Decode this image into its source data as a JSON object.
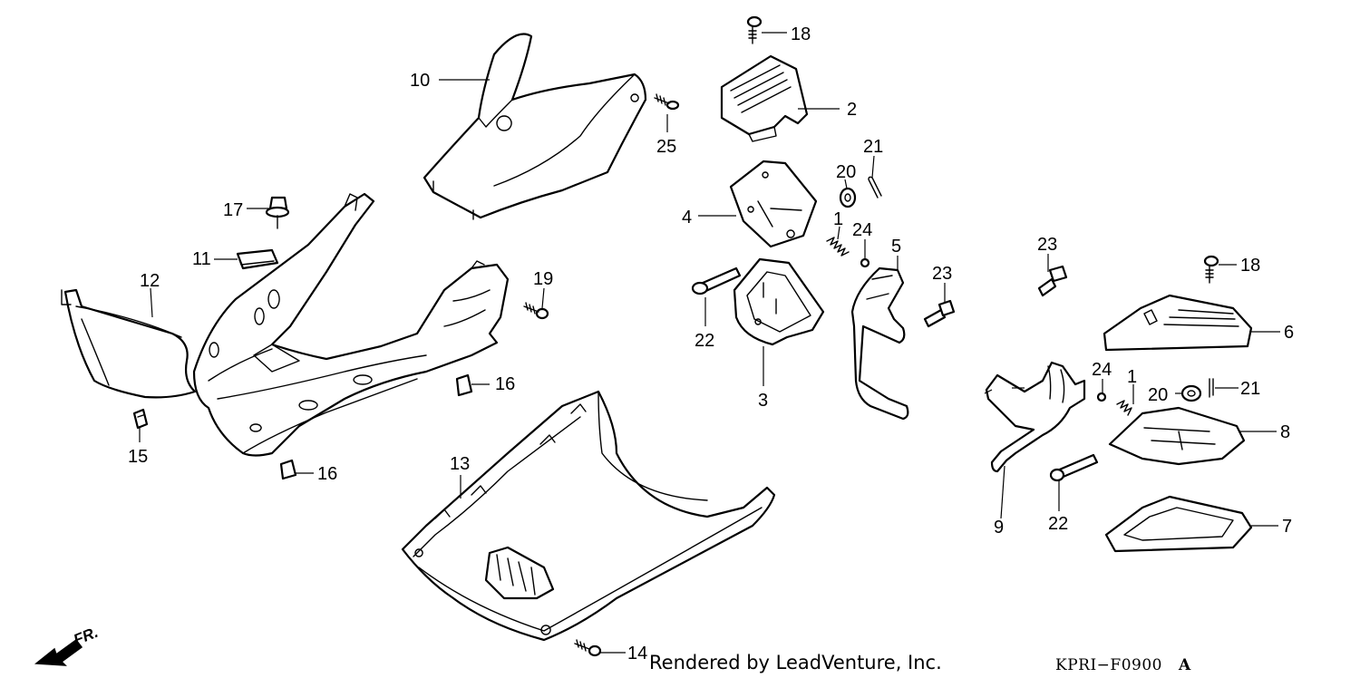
{
  "diagram": {
    "callouts": {
      "c1a": "1",
      "c1b": "1",
      "c2": "2",
      "c3": "3",
      "c4": "4",
      "c5": "5",
      "c6": "6",
      "c7": "7",
      "c8": "8",
      "c9": "9",
      "c10": "10",
      "c11": "11",
      "c12": "12",
      "c13": "13",
      "c14": "14",
      "c15": "15",
      "c16a": "16",
      "c16b": "16",
      "c17": "17",
      "c18a": "18",
      "c18b": "18",
      "c19": "19",
      "c20a": "20",
      "c20b": "20",
      "c21a": "21",
      "c21b": "21",
      "c22a": "22",
      "c22b": "22",
      "c23a": "23",
      "c23b": "23",
      "c24a": "24",
      "c24b": "24",
      "c25": "25"
    },
    "direction_label": "FR.",
    "credit": "Rendered by LeadVenture, Inc.",
    "code": "KPRI−F0900",
    "code_suffix": "A"
  }
}
